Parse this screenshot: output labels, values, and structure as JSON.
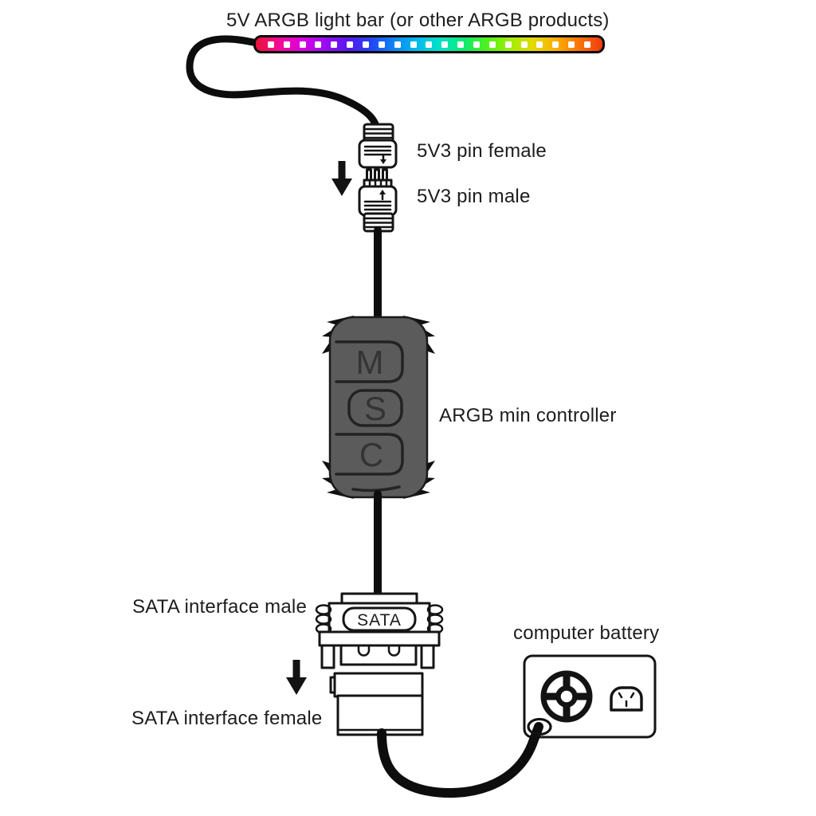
{
  "title": "5V ARGB light bar (or other ARGB products)",
  "labels": {
    "female_3pin": "5V3 pin female",
    "male_3pin": "5V3 pin male",
    "controller": "ARGB min controller",
    "sata_male": "SATA interface male",
    "sata_female": "SATA interface female",
    "battery": "computer battery"
  },
  "controller": {
    "buttons": [
      "M",
      "S",
      "C"
    ]
  },
  "sata_connector_label": "SATA",
  "light_bar": {
    "led_count": 21,
    "gradient": [
      "#e81338",
      "#f30a96",
      "#d900e3",
      "#9a0cf2",
      "#5617f0",
      "#2347f4",
      "#0c86f5",
      "#03bced",
      "#03e3c4",
      "#0deb72",
      "#4ef11a",
      "#a2ee06",
      "#e3da02",
      "#fbae04",
      "#f97408",
      "#ef3b10"
    ]
  },
  "colors": {
    "text": "#1d1d1d",
    "cable": "#0d0d0d",
    "outline": "#141414",
    "white": "#ffffff",
    "controller_body": "#5b5b5b",
    "controller_detail": "#232323",
    "controller_letter": "#343434"
  }
}
